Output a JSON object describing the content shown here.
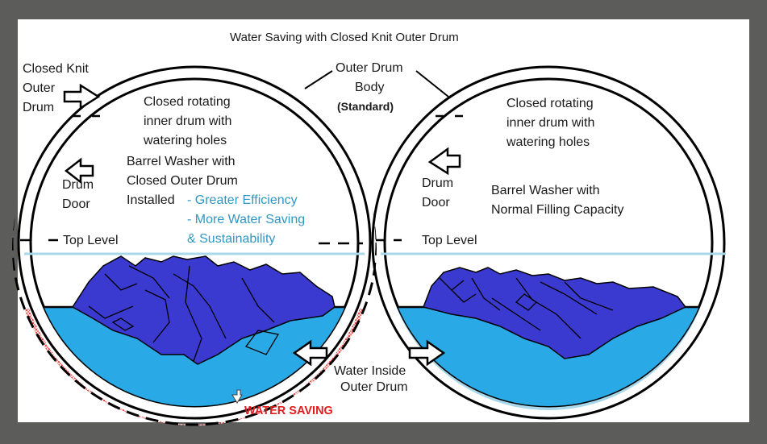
{
  "title": "Water Saving with Closed Knit Outer Drum",
  "labels": {
    "closed_knit_outer_drum": [
      "Closed Knit",
      "Outer",
      "Drum"
    ],
    "outer_drum_body": [
      "Outer Drum",
      "Body"
    ],
    "standard": "(Standard)",
    "inner_drum_left": [
      "Closed rotating",
      "inner drum with",
      "watering holes"
    ],
    "inner_drum_right": [
      "Closed rotating",
      "inner drum with",
      "watering holes"
    ],
    "barrel_washer_closed": [
      "Barrel Washer with",
      "Closed Outer Drum",
      "Installed"
    ],
    "benefits": [
      "- Greater Efficiency",
      "- More Water Saving",
      "& Sustainability"
    ],
    "drum_door_left": [
      "Drum",
      "Door"
    ],
    "drum_door_right": [
      "Drum",
      "Door"
    ],
    "barrel_washer_normal": [
      "Barrel Washer with",
      "Normal Filling Capacity"
    ],
    "top_level_left": "Top Level",
    "top_level_right": "Top Level",
    "water_inside": [
      "Water Inside",
      "Outer Drum"
    ],
    "water_saving": "WATER SAVING"
  },
  "colors": {
    "laundry": "#3a3ad0",
    "water_dark": "#29a9e6",
    "water_light": "#a8d8ea",
    "top_level_line": "#a8d8ea",
    "water_saving_red": "#e01d1d",
    "accent_text": "#2e97c4"
  }
}
